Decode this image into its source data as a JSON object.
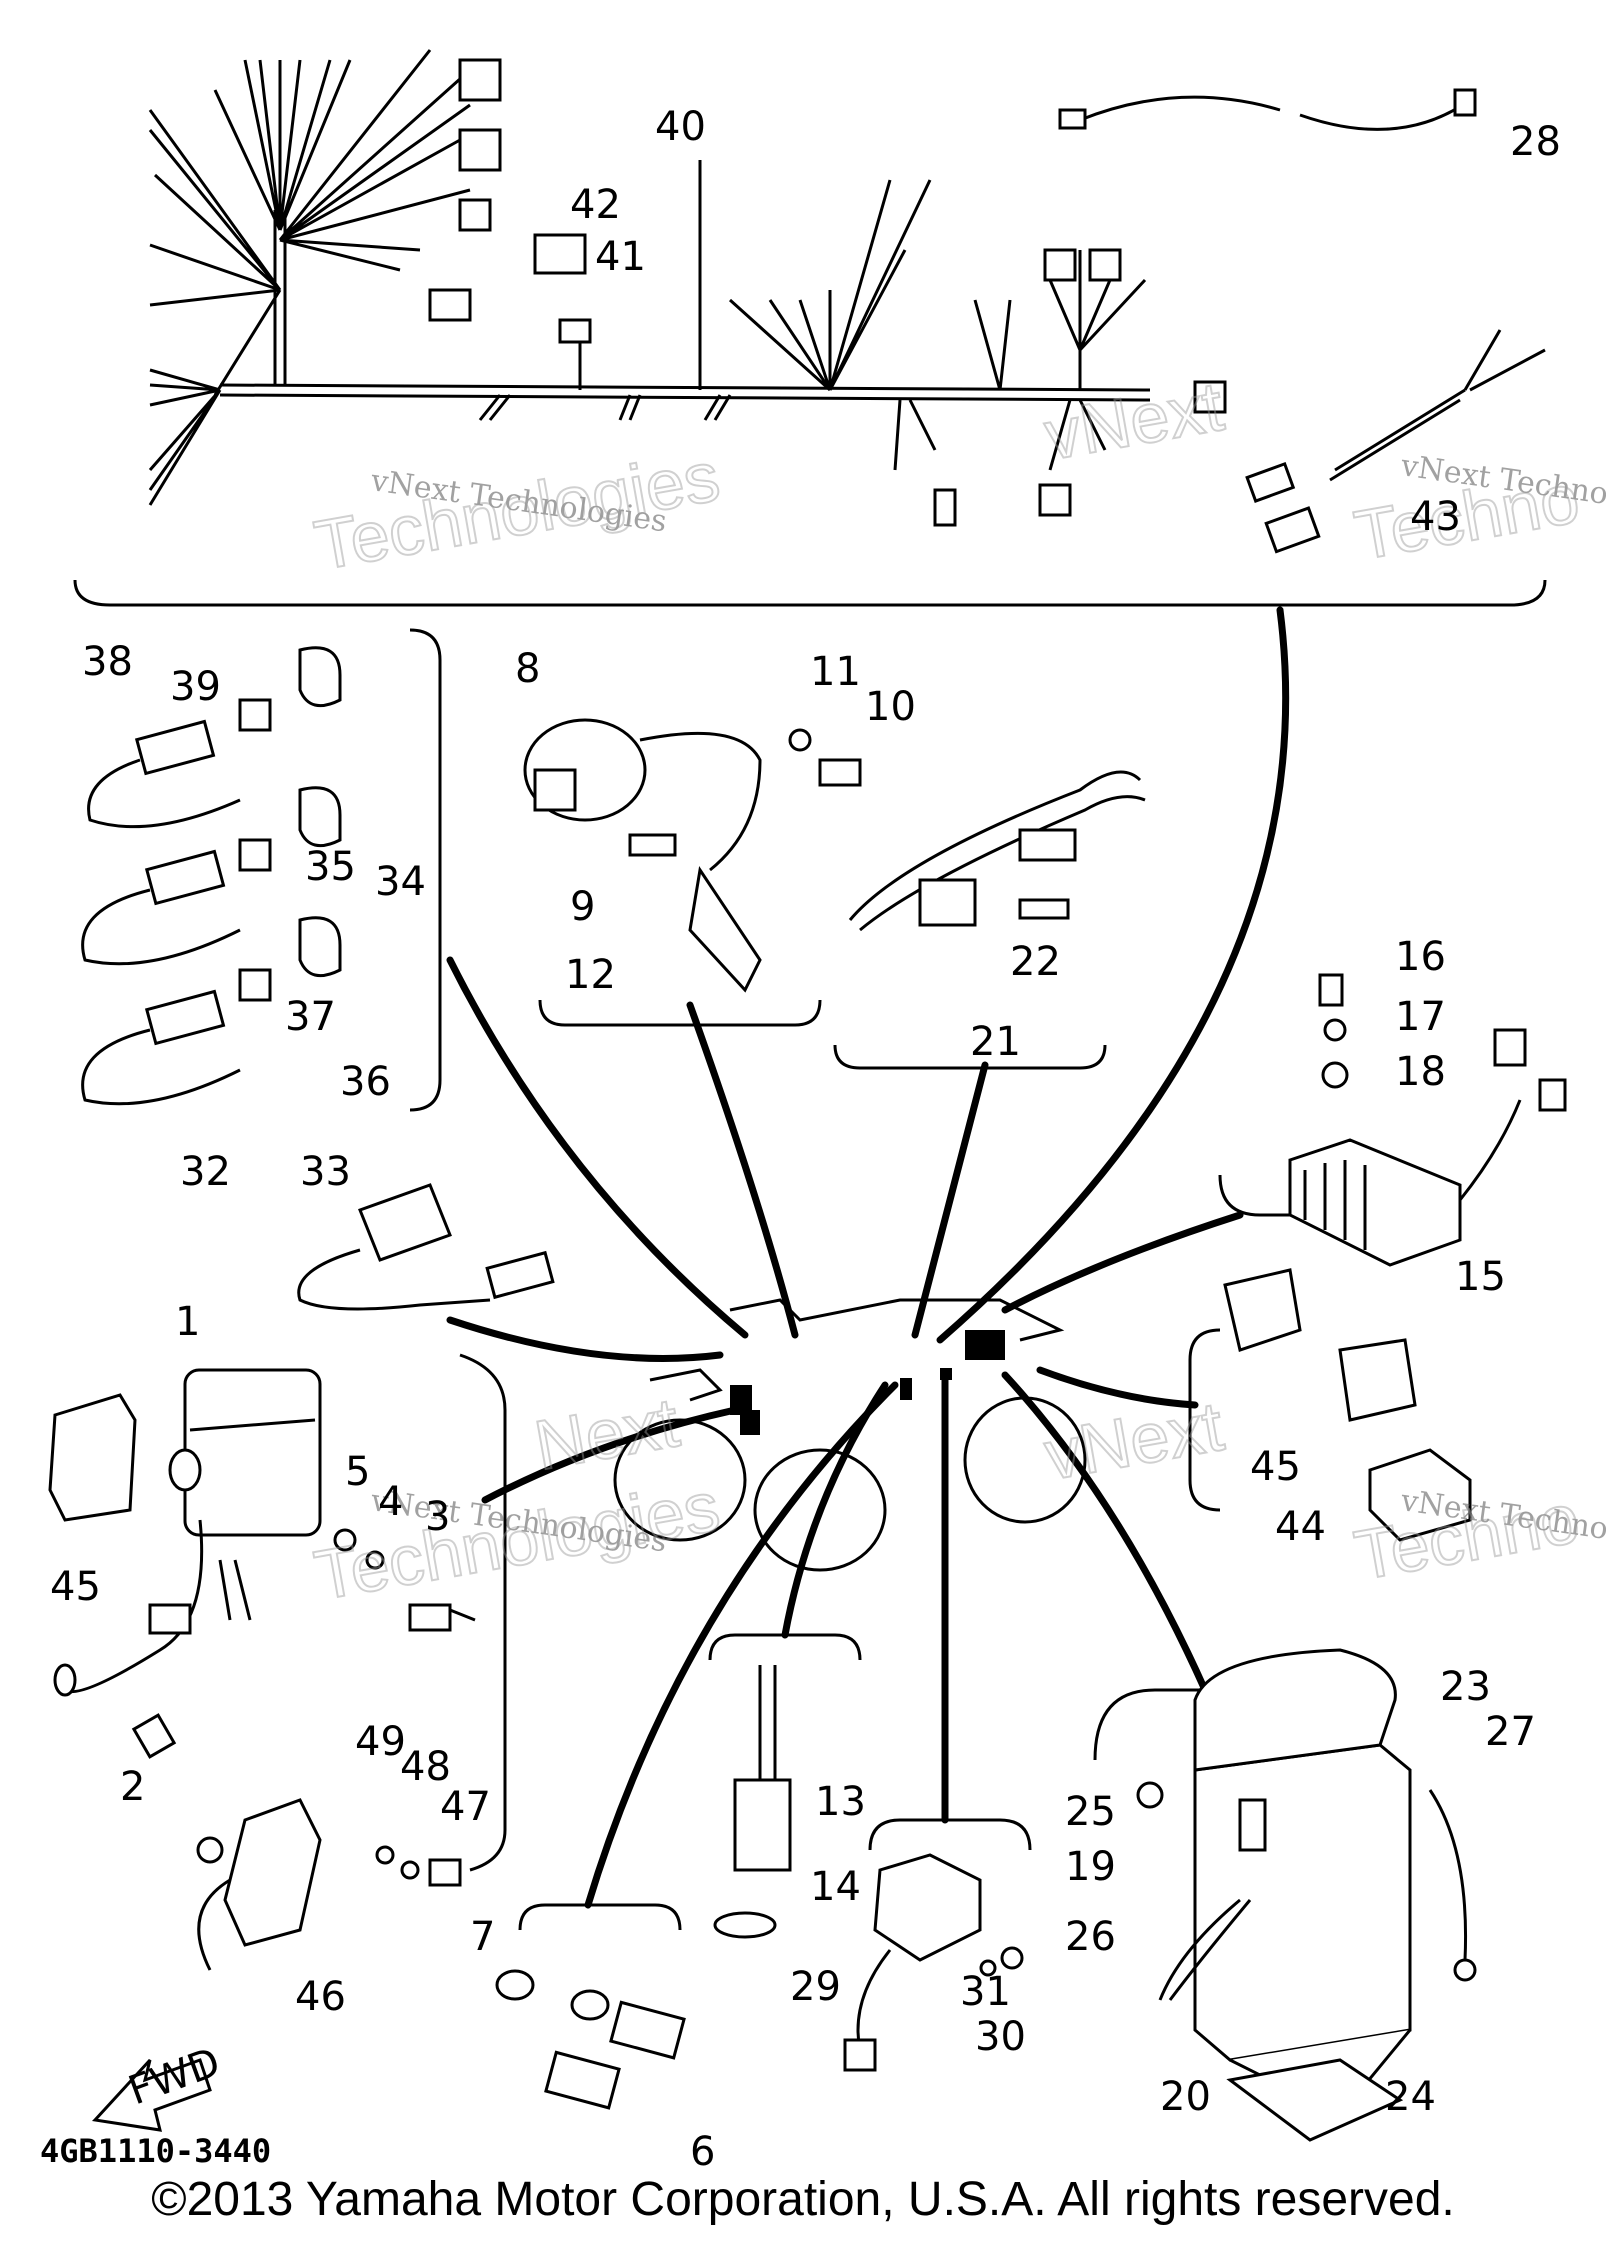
{
  "copyright": "©2013 Yamaha Motor Corporation, U.S.A. All rights reserved.",
  "part_code": "4GB1110-3440",
  "direction_arrow": "FWD",
  "watermarks": {
    "line1": "vNext Technologies",
    "line2": "Technologies",
    "line3": "vNext Techno",
    "line4": "Techno",
    "line5": "vNext",
    "line6": "Next"
  },
  "callouts": {
    "c1": "1",
    "c2": "2",
    "c3": "3",
    "c4": "4",
    "c5": "5",
    "c6": "6",
    "c7": "7",
    "c8": "8",
    "c9": "9",
    "c10": "10",
    "c11": "11",
    "c12": "12",
    "c13": "13",
    "c14": "14",
    "c15": "15",
    "c16": "16",
    "c17": "17",
    "c18": "18",
    "c19": "19",
    "c20": "20",
    "c21": "21",
    "c22": "22",
    "c23": "23",
    "c24": "24",
    "c25": "25",
    "c26": "26",
    "c27": "27",
    "c28": "28",
    "c29": "29",
    "c30": "30",
    "c31": "31",
    "c32": "32",
    "c33": "33",
    "c34": "34",
    "c35": "35",
    "c36": "36",
    "c37": "37",
    "c38": "38",
    "c39": "39",
    "c40": "40",
    "c41": "41",
    "c42": "42",
    "c43": "43",
    "c44": "44",
    "c45a": "45",
    "c45b": "45",
    "c46": "46",
    "c47": "47",
    "c48": "48",
    "c49": "49"
  }
}
